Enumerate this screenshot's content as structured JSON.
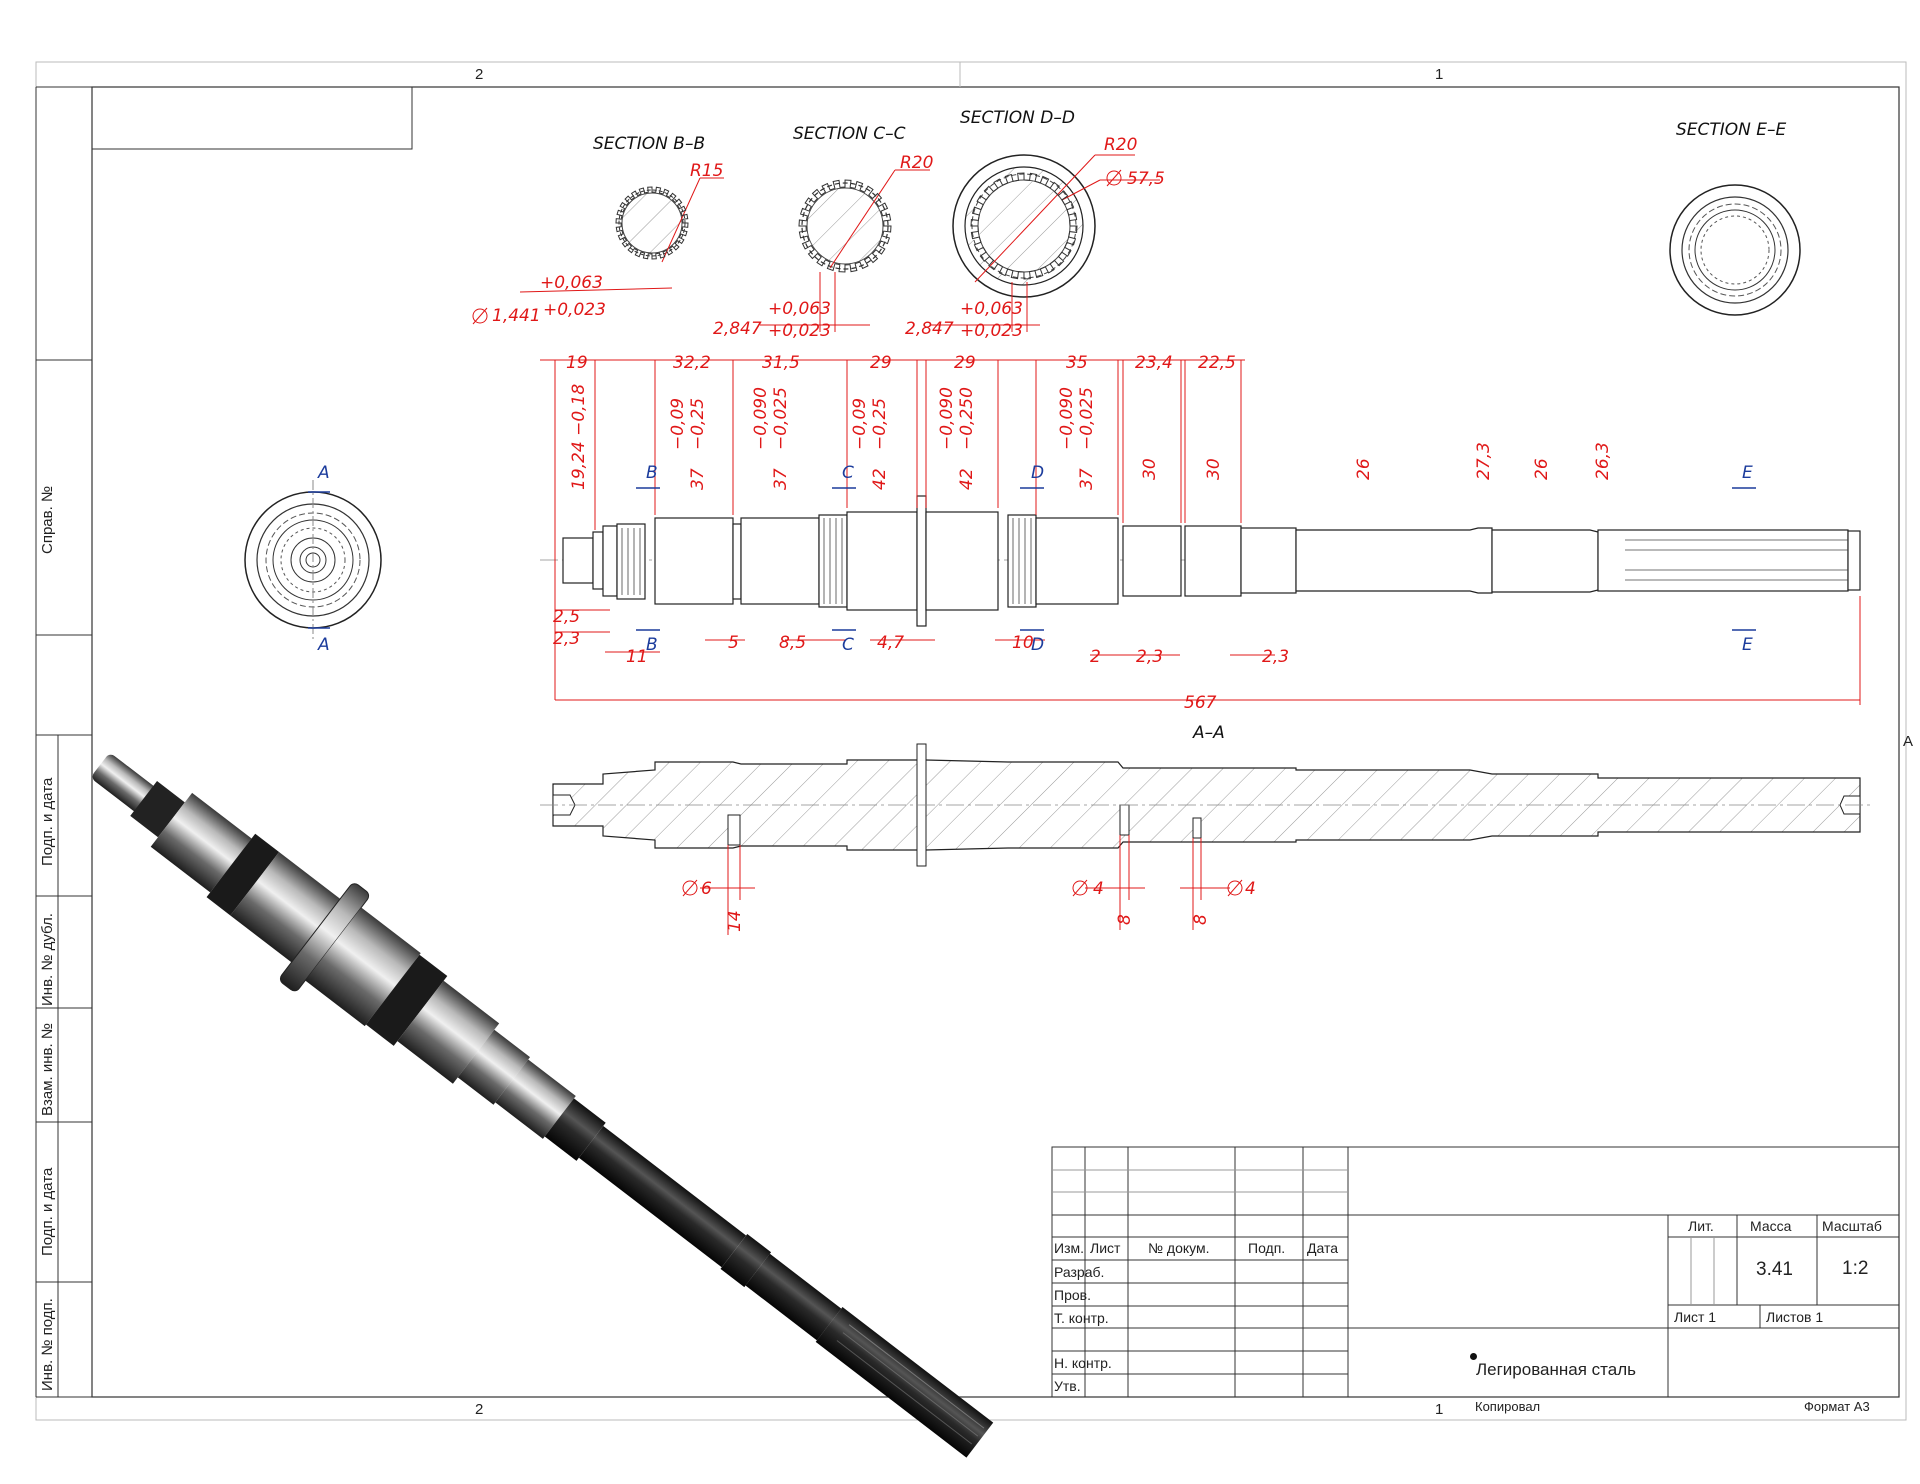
{
  "frame": {
    "zone_top_left": "2",
    "zone_top_right": "1",
    "zone_bottom_left": "2",
    "zone_bottom_right": "1",
    "zone_right": "A"
  },
  "side_strip": [
    "Справ. №",
    "Подп. и дата",
    "Инв. № дубл.",
    "Взам. инв. №",
    "Подп. и дата",
    "Инв. № подп."
  ],
  "sections": {
    "bb": {
      "title": "SECTION B–B",
      "radius": "R15",
      "tol_upper": "+0,063",
      "tol_lower": "+0,023",
      "value": "1,441"
    },
    "cc": {
      "title": "SECTION C–C",
      "radius": "R20",
      "tol_upper": "+0,063",
      "tol_lower": "+0,023",
      "value": "2,847"
    },
    "dd": {
      "title": "SECTION D–D",
      "radius": "R20",
      "diameter": "57,5",
      "tol_upper": "+0,063",
      "tol_lower": "+0,023",
      "value": "2,847"
    },
    "ee": {
      "title": "SECTION E–E"
    }
  },
  "top_dims": [
    "19",
    "32,2",
    "31,5",
    "29",
    "29",
    "35",
    "23,4",
    "22,5"
  ],
  "diameters": [
    {
      "value": "19,24",
      "tol": "−0,18"
    },
    {
      "value": "37",
      "tol_upper": "−0,09",
      "tol_lower": "−0,25"
    },
    {
      "value": "37",
      "tol_upper": "−0,090",
      "tol_lower": "−0,025"
    },
    {
      "value": "42",
      "tol_upper": "−0,09",
      "tol_lower": "−0,25"
    },
    {
      "value": "42",
      "tol_upper": "−0,090",
      "tol_lower": "−0,250"
    },
    {
      "value": "37",
      "tol_upper": "−0,090",
      "tol_lower": "−0,025"
    },
    {
      "value": "30"
    },
    {
      "value": "30"
    },
    {
      "value": "26"
    },
    {
      "value": "27,3"
    },
    {
      "value": "26"
    },
    {
      "value": "26,3"
    }
  ],
  "bottom_dims": [
    "2,5",
    "2,3",
    "11",
    "5",
    "8,5",
    "4,7",
    "10",
    "2",
    "2,3",
    "2,3"
  ],
  "total_length": "567",
  "cut_letters": [
    "A",
    "B",
    "C",
    "D",
    "E"
  ],
  "section_aa": {
    "title": "A–A",
    "hole1_dia": "6",
    "hole1_pos": "14",
    "hole2_dia": "4",
    "hole2_pos": "8",
    "hole3_dia": "4",
    "hole3_pos": "8"
  },
  "title_block": {
    "col_headers": [
      "Изм.",
      "Лист",
      "№ докум.",
      "Подп.",
      "Дата"
    ],
    "rows": [
      "Разраб.",
      "Пров.",
      "Т. контр.",
      "Н. контр.",
      "Утв."
    ],
    "lit_label": "Лит.",
    "mass_label": "Масса",
    "scale_label": "Масштаб",
    "mass_value": "3.41",
    "scale_value": "1:2",
    "sheet_label": "Лист 1",
    "sheets_label": "Листов 1",
    "material": "Легированная сталь",
    "copied": "Копировал",
    "format": "Формат А3"
  },
  "colors": {
    "dimension": "#e01818",
    "cut": "#1c3c9c",
    "line": "#333333"
  }
}
